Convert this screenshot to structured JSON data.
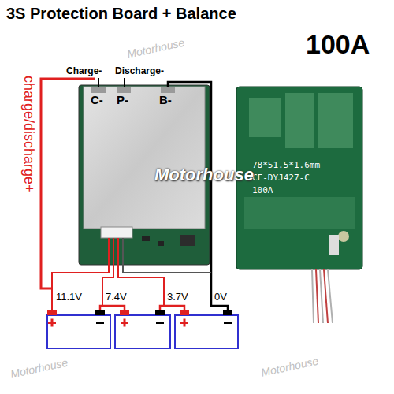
{
  "diagram": {
    "title": "3S Protection Board + Balance",
    "labels": [
      "100A",
      "charge/discharge+",
      "Charge-",
      "Discharge-",
      "C-",
      "P-",
      "B-",
      "11.1V",
      "7.4V",
      "3.7V",
      "0V",
      "78*51.5*1.6mm",
      "CF-DYJ427-C",
      "100A",
      "Motorhouse",
      "Motorhouse",
      "Motorhouse",
      "Motorhouse"
    ]
  }
}
